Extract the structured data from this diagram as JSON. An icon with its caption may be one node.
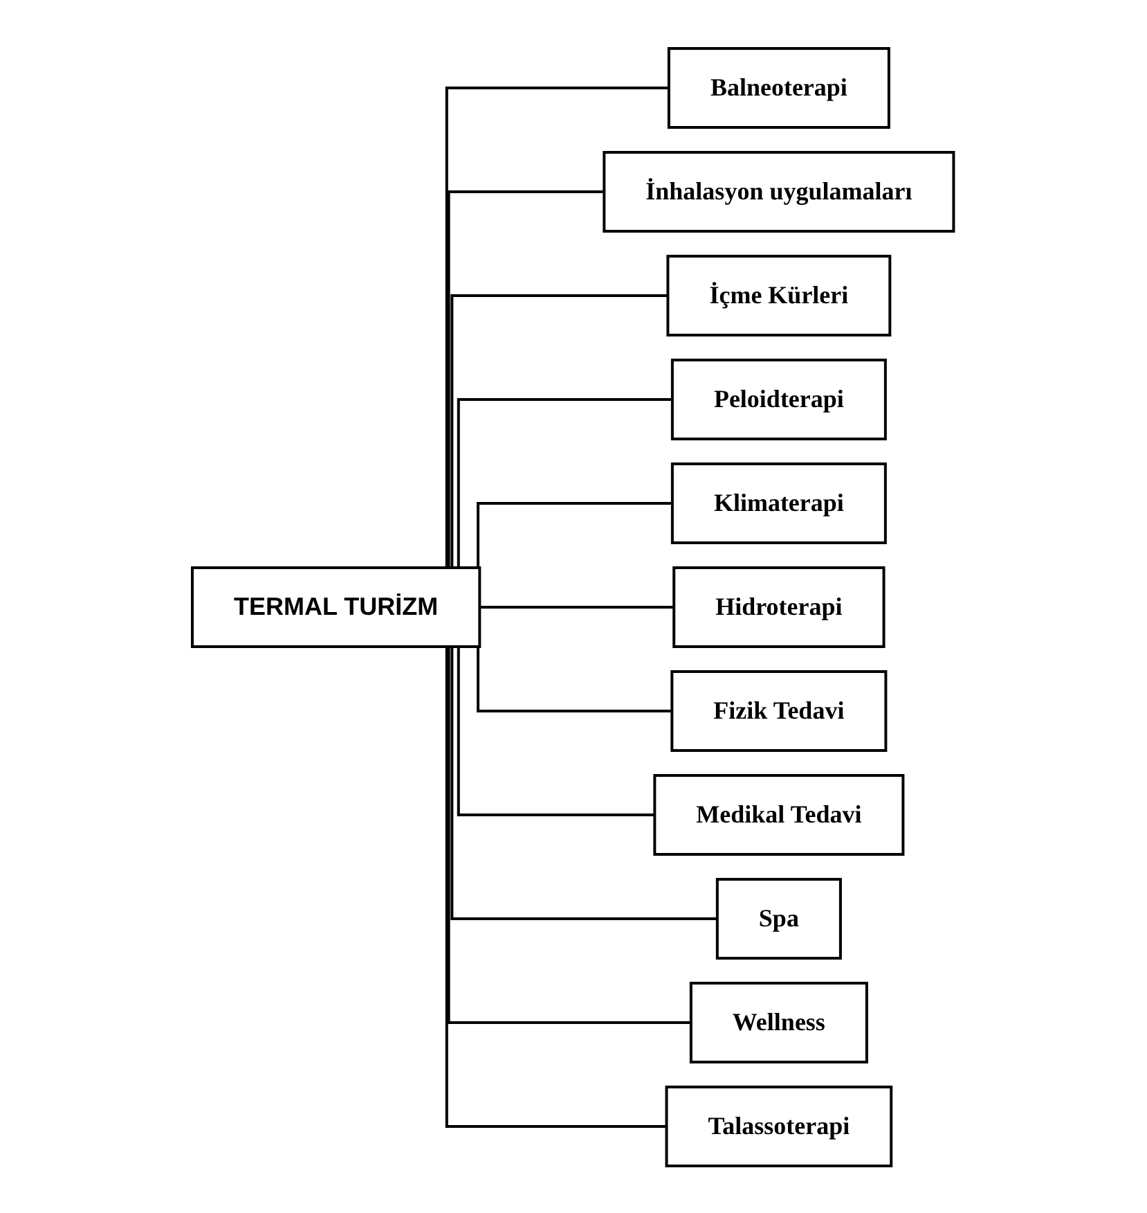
{
  "diagram": {
    "nodes": [
      {
        "text": [
          "TERMAL TURİZM"
        ]
      },
      {
        "text": [
          "Balneoterapi"
        ]
      },
      {
        "text": [
          "İnhalasyon uygulamaları"
        ]
      },
      {
        "text": [
          "İçme Kürleri"
        ]
      },
      {
        "text": [
          "Peloidterapi"
        ]
      },
      {
        "text": [
          "Klimaterapi"
        ]
      },
      {
        "text": [
          "Hidroterapi"
        ]
      },
      {
        "text": [
          "Fizik Tedavi"
        ]
      },
      {
        "text": [
          "Medikal Tedavi"
        ]
      },
      {
        "text": [
          "Spa"
        ]
      },
      {
        "text": [
          "Wellness"
        ]
      },
      {
        "text": [
          "Talassoterapi"
        ]
      }
    ],
    "edges": [
      {
        "from": 0,
        "to": 1,
        "arrow": "none"
      },
      {
        "from": 0,
        "to": 2,
        "arrow": "none"
      },
      {
        "from": 0,
        "to": 3,
        "arrow": "none"
      },
      {
        "from": 0,
        "to": 4,
        "arrow": "none"
      },
      {
        "from": 0,
        "to": 5,
        "arrow": "none"
      },
      {
        "from": 0,
        "to": 6,
        "arrow": "none"
      },
      {
        "from": 0,
        "to": 7,
        "arrow": "none"
      },
      {
        "from": 0,
        "to": 8,
        "arrow": "none"
      },
      {
        "from": 0,
        "to": 9,
        "arrow": "none"
      },
      {
        "from": 0,
        "to": 10,
        "arrow": "none"
      },
      {
        "from": 0,
        "to": 11,
        "arrow": "none"
      }
    ]
  }
}
